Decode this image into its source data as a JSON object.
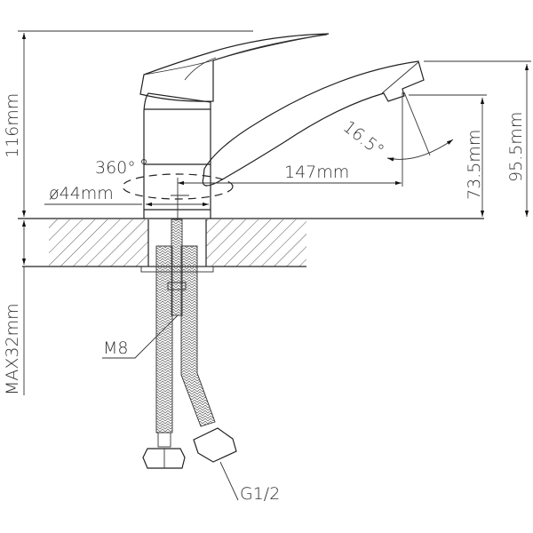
{
  "drawing": {
    "subject": "single-lever kitchen faucet technical drawing",
    "colors": {
      "line": "#222222",
      "background": "#ffffff"
    },
    "dimensions": {
      "total_height": "116mm",
      "spout_reach": "147mm",
      "outlet_height": "73.5mm",
      "spout_top_height": "95.5mm",
      "body_diameter": "ø44mm",
      "rotation": "360°",
      "outlet_angle": "16.5°",
      "max_countertop_thickness": "MAX32mm"
    },
    "callouts": {
      "stud_thread": "M8",
      "hose_connection": "G1/2"
    }
  }
}
